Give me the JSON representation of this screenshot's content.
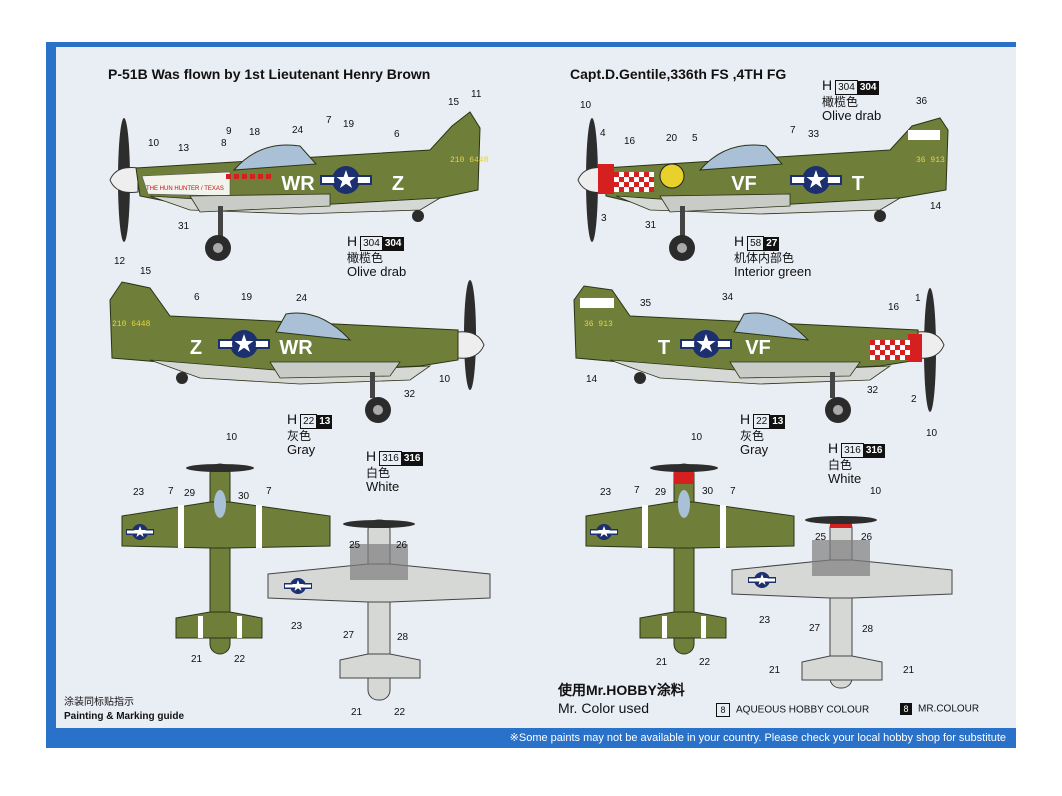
{
  "sheet": {
    "left_title": "P-51B Was flown by 1st Lieutenant Henry Brown",
    "right_title": "Capt.D.Gentile,336th FS ,4TH FG",
    "guide_cn": "涂装同标贴指示",
    "guide_en": "Painting & Marking guide",
    "mrhobby_cn": "使用Mr.HOBBY涂料",
    "mrhobby_en": "Mr. Color used",
    "footer": "※Some paints may not be available in your country. Please check your local hobby shop for substitute"
  },
  "legend": {
    "aqueous_box": "8",
    "aqueous_label": "AQUEOUS HOBBY COLOUR",
    "mr_box": "8",
    "mr_label": "MR.COLOUR"
  },
  "paints": [
    {
      "h": "H",
      "aq": "304",
      "mr": "304",
      "cn": "橄榄色",
      "en": "Olive drab"
    },
    {
      "h": "H",
      "aq": "304",
      "mr": "304",
      "cn": "橄榄色",
      "en": "Olive drab"
    },
    {
      "h": "H",
      "aq": "58",
      "mr": "27",
      "cn": "机体内部色",
      "en": "Interior green"
    },
    {
      "h": "H",
      "aq": "22",
      "mr": "13",
      "cn": "灰色",
      "en": "Gray"
    },
    {
      "h": "H",
      "aq": "22",
      "mr": "13",
      "cn": "灰色",
      "en": "Gray"
    },
    {
      "h": "H",
      "aq": "316",
      "mr": "316",
      "cn": "白色",
      "en": "White"
    },
    {
      "h": "H",
      "aq": "316",
      "mr": "316",
      "cn": "白色",
      "en": "White"
    }
  ],
  "markings": {
    "brown_code_left": "WR",
    "brown_code_right": "Z",
    "brown_serial": "210 6448",
    "brown_nose_art": "THE HUN HUNTER / TEXAS",
    "gentile_code_left": "VF",
    "gentile_code_right": "T",
    "gentile_serial": "36 913"
  },
  "callouts_left_side1": [
    "10",
    "13",
    "9",
    "8",
    "18",
    "24",
    "7",
    "19",
    "6",
    "15",
    "11",
    "31"
  ],
  "callouts_left_side2": [
    "12",
    "15",
    "6",
    "19",
    "24",
    "10",
    "32"
  ],
  "callouts_left_plan": [
    "10",
    "23",
    "7",
    "29",
    "30",
    "7",
    "21",
    "22",
    "25",
    "26",
    "23",
    "27",
    "28",
    "21",
    "22"
  ],
  "callouts_right_side1": [
    "10",
    "4",
    "16",
    "20",
    "5",
    "7",
    "33",
    "36",
    "14",
    "3",
    "31"
  ],
  "callouts_right_side2": [
    "35",
    "34",
    "16",
    "1",
    "14",
    "32",
    "2",
    "10"
  ],
  "callouts_right_plan": [
    "10",
    "23",
    "7",
    "29",
    "30",
    "7",
    "21",
    "22",
    "10",
    "25",
    "26",
    "23",
    "27",
    "28",
    "21",
    "21"
  ],
  "colors": {
    "olive": "#6f7f3a",
    "gray": "#d6d8d6",
    "frame_blue": "#2a71c9",
    "red": "#d62020",
    "roundel_blue": "#1c2f6e"
  }
}
